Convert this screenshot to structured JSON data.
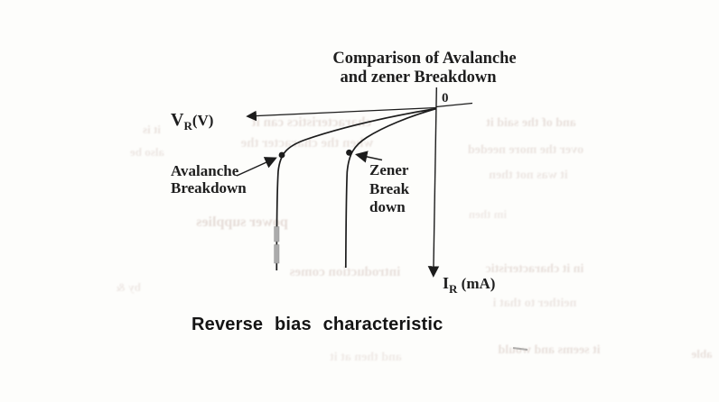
{
  "diagram": {
    "title_line1": "Comparison of Avalanche",
    "title_line2": "and zener Breakdown",
    "origin_label": "0",
    "x_axis": {
      "symbol": "V",
      "subscript": "R",
      "unit": "(V)"
    },
    "y_axis": {
      "symbol": "I",
      "subscript": "R",
      "unit": " (mA)"
    },
    "avalanche_label_line1": "Avalanche",
    "avalanche_label_line2": "Breakdown",
    "zener_label_line1": "Zener",
    "zener_label_line2": "Break",
    "zener_label_line3": "down",
    "caption": "Reverse bias characteristic"
  },
  "figure": {
    "type": "qualitative-iv-curves",
    "description": "Reverse bias characteristic of a diode comparing breakdown mechanisms; no numeric scale shown",
    "curves": [
      {
        "name": "Avalanche Breakdown",
        "knee_marker": "dot",
        "position": "farther from origin (higher reverse voltage)"
      },
      {
        "name": "Zener Breakdown",
        "knee_marker": "dot",
        "position": "closer to origin (lower reverse voltage)"
      }
    ],
    "ink_color": "#1c1c1c",
    "paper_color": "#fdfdfb"
  },
  "ghost_text": [
    {
      "text": "characteristics can it"
    },
    {
      "text": "when the character the"
    },
    {
      "text": "it is"
    },
    {
      "text": "also be"
    },
    {
      "text": "power supplies"
    },
    {
      "text": "introduction comes"
    },
    {
      "text": "and of the said it"
    },
    {
      "text": "over the more needed"
    },
    {
      "text": "it was not then"
    },
    {
      "text": "im then"
    },
    {
      "text": "in it characteristic"
    },
    {
      "text": "neither to that i"
    },
    {
      "text": "it seems and would"
    },
    {
      "text": "able"
    },
    {
      "text": "and then at it"
    },
    {
      "text": "by &"
    }
  ]
}
